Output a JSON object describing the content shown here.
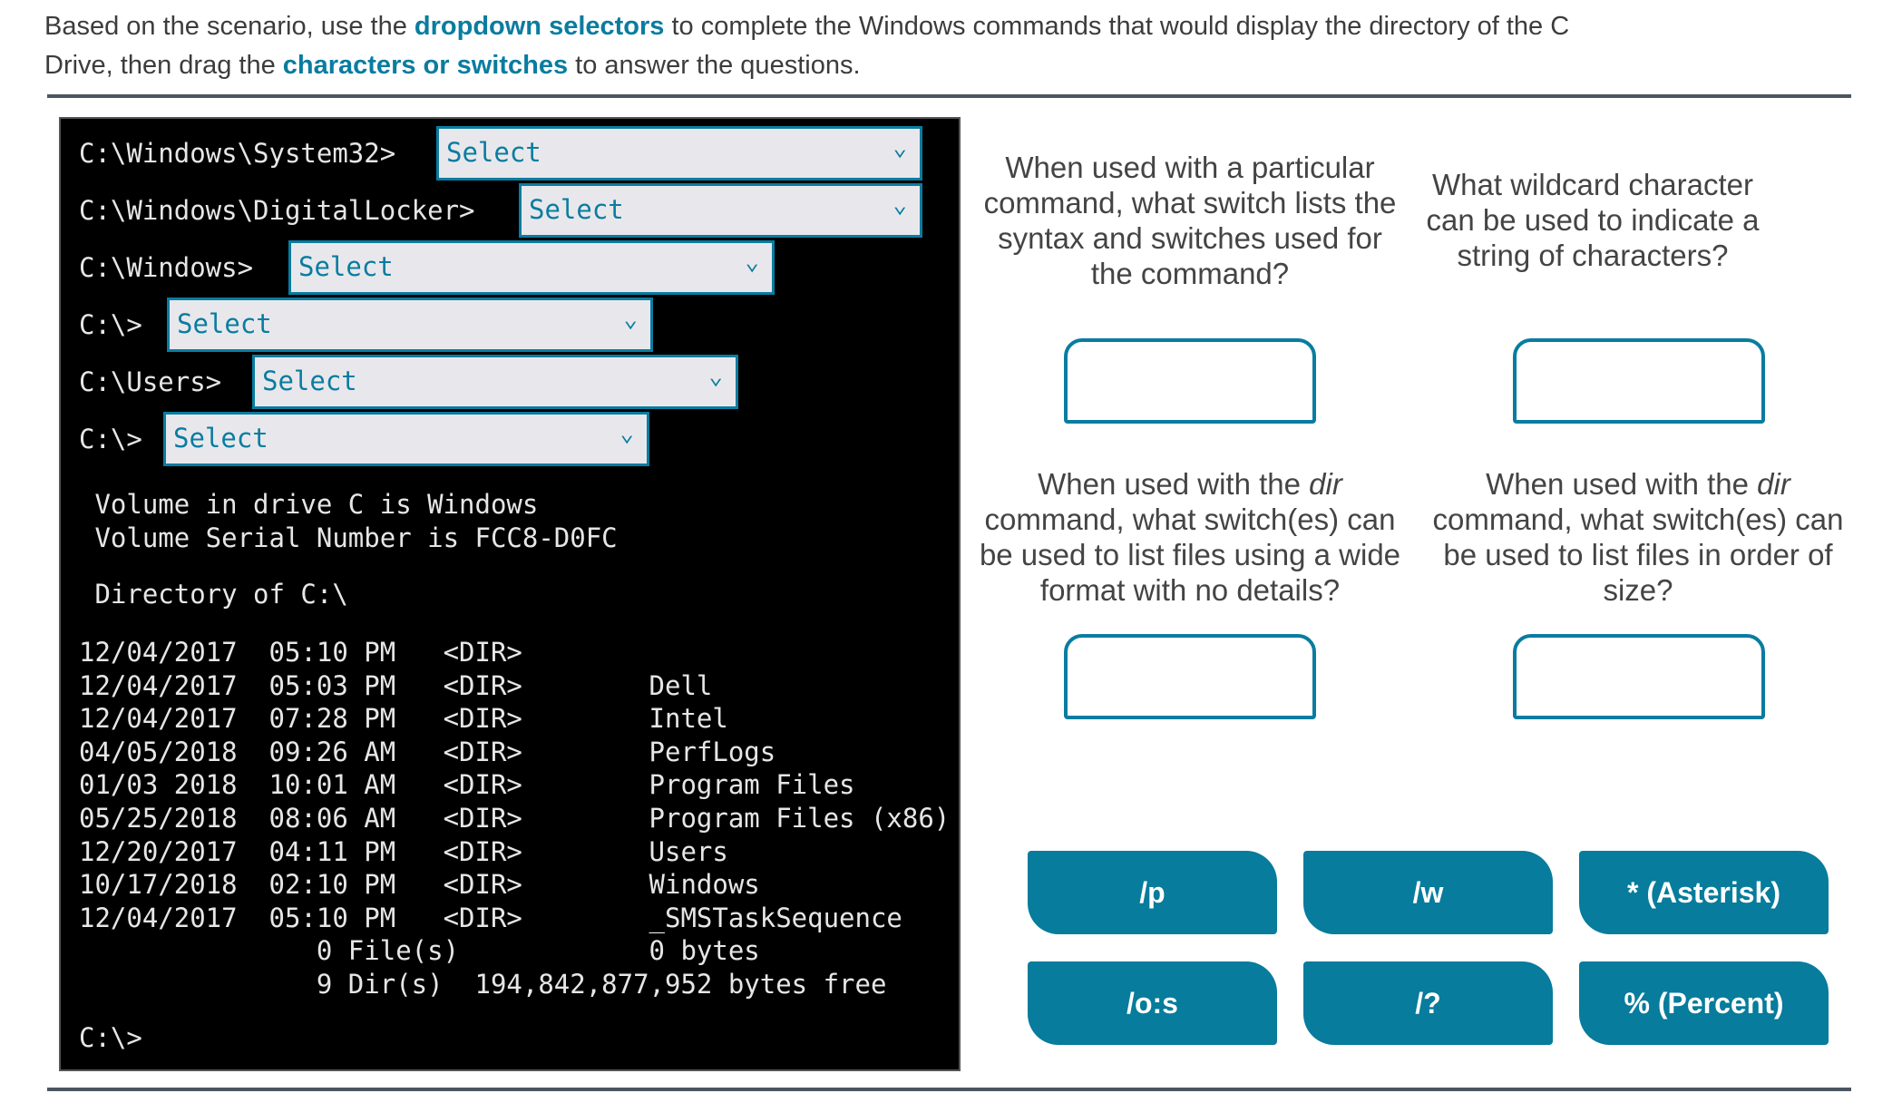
{
  "instructions": {
    "p1": "Based on the scenario, use the ",
    "link1": "dropdown selectors",
    "p2": " to complete the Windows commands that would display the directory of the C Drive, then drag the ",
    "link2": "characters or switches",
    "p3": " to answer the questions."
  },
  "terminal": {
    "prompts": [
      "C:\\Windows\\System32>",
      "C:\\Windows\\DigitalLocker>",
      "C:\\Windows>",
      "C:\\>",
      "C:\\Users>",
      "C:\\>"
    ],
    "select_value": "Select",
    "volume": " Volume in drive C is Windows",
    "serial": " Volume Serial Number is FCC8-D0FC",
    "directory": " Directory of C:\\",
    "listing": [
      "12/04/2017  05:10 PM   <DIR>",
      "12/04/2017  05:03 PM   <DIR>        Dell",
      "12/04/2017  07:28 PM   <DIR>        Intel",
      "04/05/2018  09:26 AM   <DIR>        PerfLogs",
      "01/03 2018  10:01 AM   <DIR>        Program Files",
      "05/25/2018  08:06 AM   <DIR>        Program Files (x86)",
      "12/20/2017  04:11 PM   <DIR>        Users",
      "10/17/2018  02:10 PM   <DIR>        Windows",
      "12/04/2017  05:10 PM   <DIR>        _SMSTaskSequence",
      "               0 File(s)            0 bytes",
      "               9 Dir(s)  194,842,877,952 bytes free"
    ],
    "final_prompt": "C:\\>"
  },
  "questions": [
    {
      "text": "When used with a particular command, what switch lists the syntax and switches used for the command?"
    },
    {
      "text": "What wildcard character can be used to indicate a string of characters?"
    },
    {
      "pre": "When used with the ",
      "em": "dir",
      "post": " command, what switch(es) can be used to list files using a wide format with no details?"
    },
    {
      "pre": "When used with the ",
      "em": "dir",
      "post": " command, what switch(es) can be used to list files in order of size?"
    }
  ],
  "chips": [
    "/p",
    "/w",
    "* (Asterisk)",
    "/o:s",
    "/?",
    "% (Percent)"
  ],
  "colors": {
    "accent": "#077c9c",
    "terminal_bg": "#000000"
  }
}
